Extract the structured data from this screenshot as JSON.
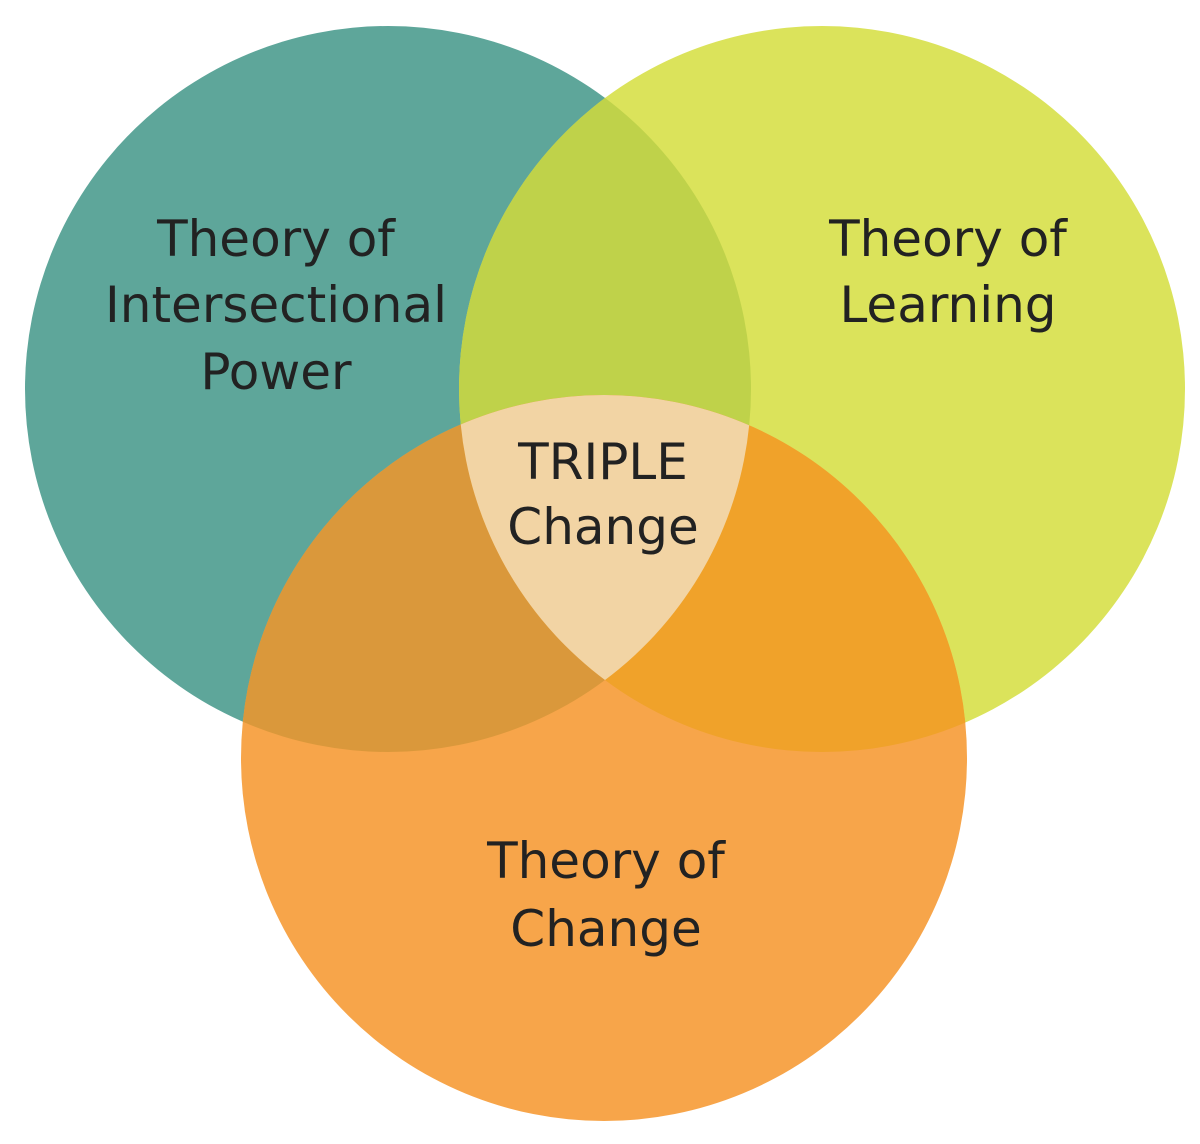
{
  "diagram": {
    "type": "venn",
    "circles": [
      {
        "id": "power",
        "lines": [
          "Theory of",
          "Intersectional",
          "Power"
        ],
        "color": "#5ea69a"
      },
      {
        "id": "learning",
        "lines": [
          "Theory of",
          "Learning"
        ],
        "color": "#dbe35b"
      },
      {
        "id": "change",
        "lines": [
          "Theory of",
          "Change"
        ],
        "color": "#f7a54a"
      }
    ],
    "overlaps": {
      "power_learning": "#bfd24a",
      "power_change": "#da983b",
      "learning_change": "#f0a22a",
      "triple": "#f2d4a4"
    },
    "center": {
      "lines": [
        "TRIPLE",
        "Change"
      ]
    }
  }
}
